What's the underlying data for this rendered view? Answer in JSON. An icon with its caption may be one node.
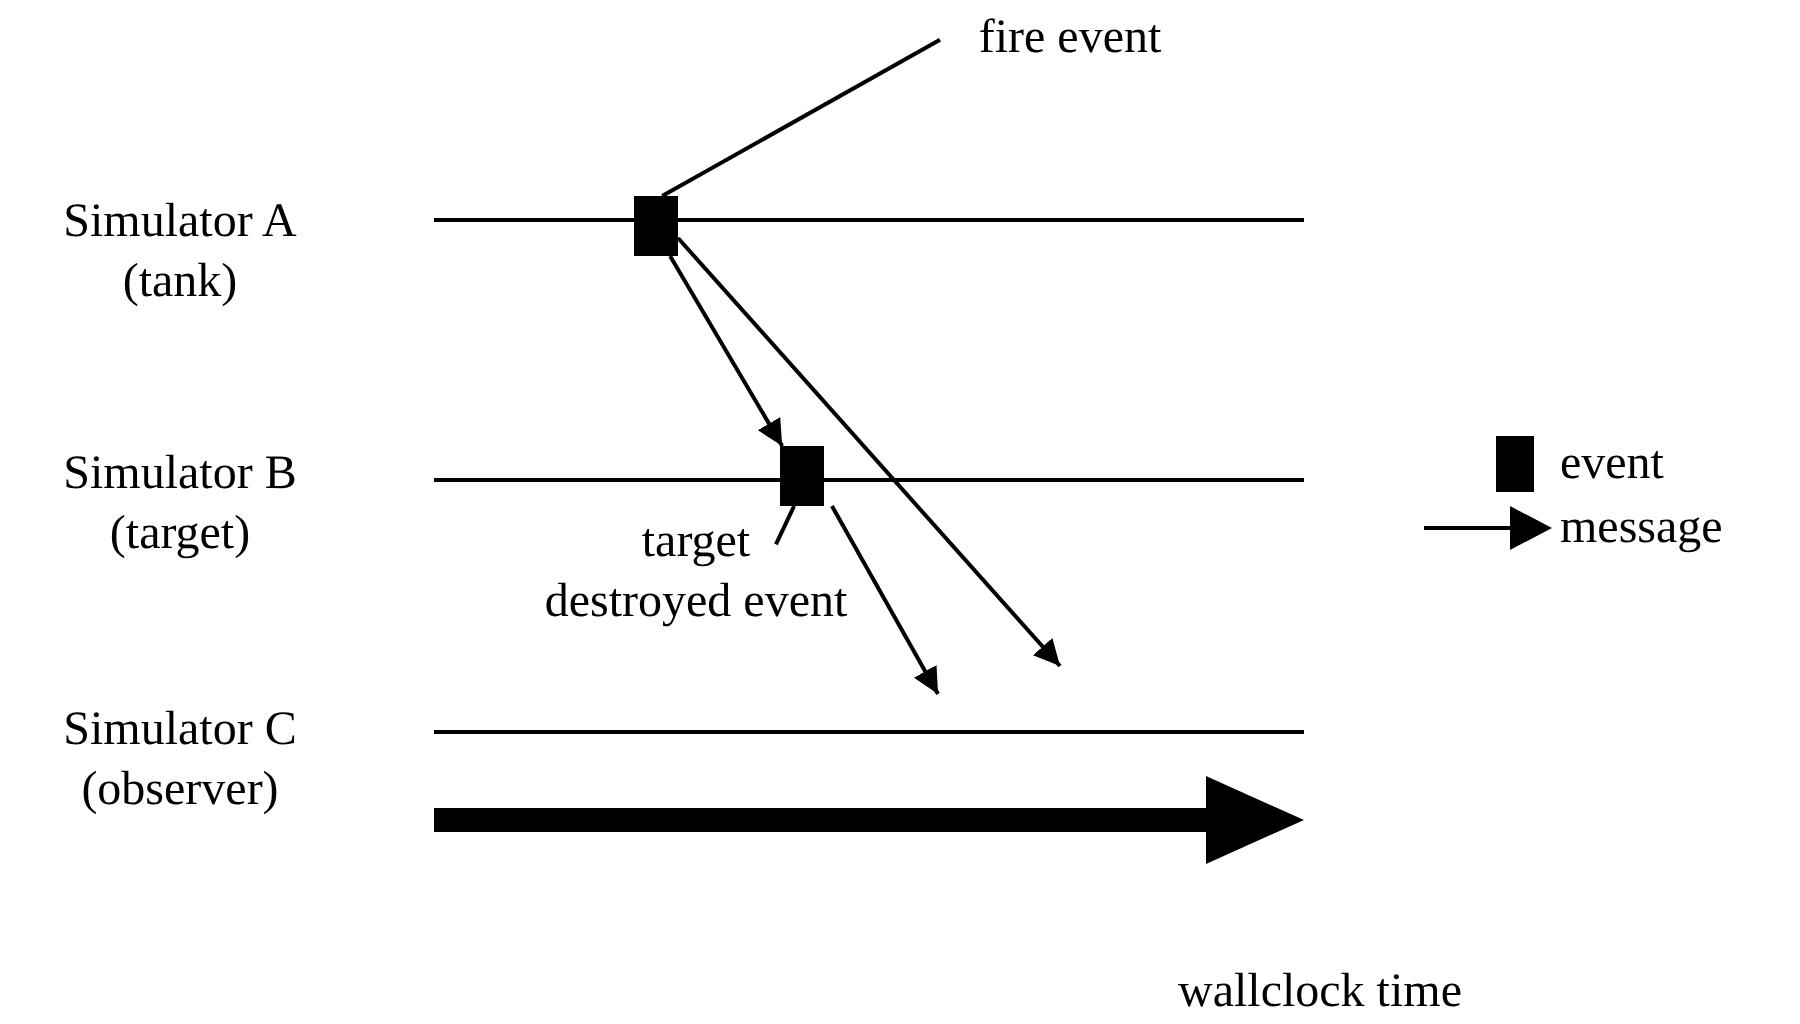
{
  "diagram": {
    "nodes": [
      {
        "text": [
          "fire event"
        ]
      },
      {
        "text": [],
        "shape": "box"
      },
      {
        "text": [
          "target destroyed event"
        ]
      },
      {
        "text": [],
        "shape": "box"
      }
    ],
    "edges": [
      {
        "from": 0,
        "to": 1,
        "arrow": "none"
      },
      {
        "from": 2,
        "to": 3,
        "arrow": "none"
      },
      {
        "from": 1,
        "to": 3,
        "arrow": "to"
      },
      {
        "from": 1,
        "to": null,
        "arrow": "to"
      },
      {
        "from": 3,
        "to": null,
        "arrow": "to"
      }
    ],
    "labels": [
      "Simulator A (tank)",
      "Simulator B (target)",
      "Simulator C (observer)",
      "wallclock time"
    ],
    "legend": [
      {
        "text": "event",
        "color": "#000000"
      },
      {
        "text": "message"
      }
    ]
  }
}
